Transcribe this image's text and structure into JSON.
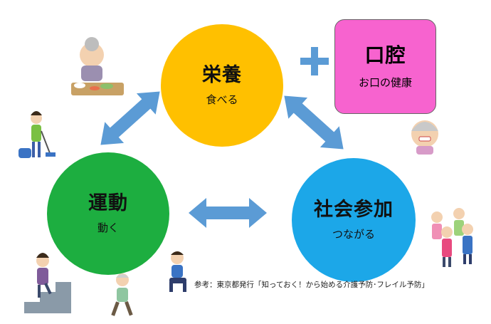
{
  "nutrition": {
    "title": "栄養",
    "subtitle": "食べる",
    "color": "#ffc000"
  },
  "exercise": {
    "title": "運動",
    "subtitle": "動く",
    "color": "#1dae40"
  },
  "social": {
    "title": "社会参加",
    "subtitle": "つながる",
    "color": "#1ca7e8"
  },
  "oral": {
    "title": "口腔",
    "subtitle": "お口の健康",
    "color": "#f763cf"
  },
  "plus_icon": "plus-icon",
  "arrow_color": "#5b9bd5",
  "reference": "参考：東京都発行「知っておく！から始める介護予防･フレイル予防」"
}
